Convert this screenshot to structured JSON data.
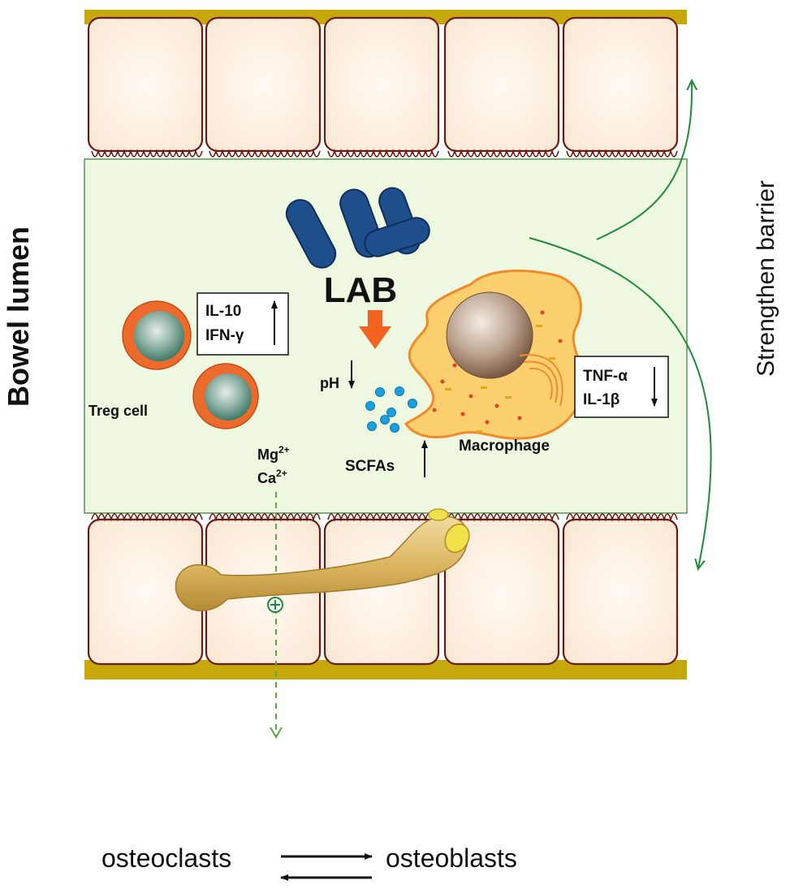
{
  "labels": {
    "bowel_lumen": "Bowel lumen",
    "strengthen_barrier": "Strengthen barrier",
    "lab": "LAB",
    "treg_cell": "Treg cell",
    "macrophage": "Macrophage",
    "ph": "pH",
    "scfas": "SCFAs",
    "mg": "Mg",
    "mg_charge": "2+",
    "ca": "Ca",
    "ca_charge": "2+",
    "osteoclasts": "osteoclasts",
    "osteoblasts": "osteoblasts"
  },
  "treg_box": {
    "line1": "IL-10",
    "line2": "IFN-γ",
    "direction": "up"
  },
  "macrophage_box": {
    "line1": "TNF-α",
    "line2": "IL-1β",
    "direction": "down"
  },
  "colors": {
    "epithelium_fill": "#fcefe1",
    "cell_outline": "#6b1a12",
    "basement_membrane": "#c6a80a",
    "lumen": "#eef7df",
    "bacteria": "#1f4e8c",
    "process_arrow": "#f26322",
    "scfa_dots": "#1aa0dc",
    "green_arrows": "#1f8a3b",
    "treg_outer": "#ec6a2c",
    "treg_inner": "#6f9a8a",
    "macrophage_fill": "#fbcf6e",
    "bone": "#e1c071"
  }
}
